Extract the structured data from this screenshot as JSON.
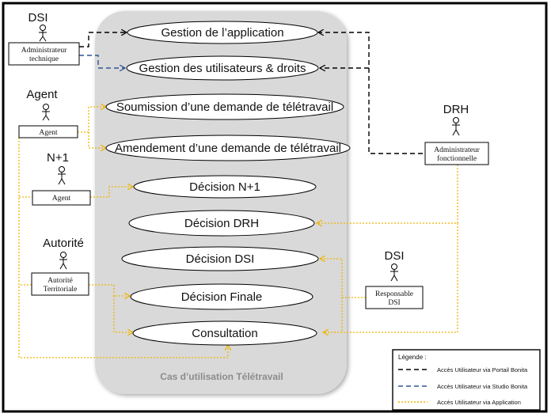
{
  "system": {
    "title": "Cas d’utilisation Télétravail"
  },
  "use_cases": {
    "gestion_application": "Gestion de l’application",
    "gestion_utilisateurs": "Gestion des utilisateurs & droits",
    "soumission": "Soumission d’une demande de télétravail",
    "amendement": "Amendement d’une demande de télétravail",
    "decision_n1": "Décision N+1",
    "decision_drh": "Décision DRH",
    "decision_dsi": "Décision DSI",
    "decision_finale": "Décision Finale",
    "consultation": "Consultation"
  },
  "actors": {
    "dsi_admin": {
      "name": "DSI",
      "role_lines": [
        "Administrateur",
        "technique"
      ]
    },
    "agent": {
      "name": "Agent",
      "role_lines": [
        "Agent"
      ]
    },
    "n1": {
      "name": "N+1",
      "role_lines": [
        "Agent"
      ]
    },
    "autorite": {
      "name": "Autorité",
      "role_lines": [
        "Autorité",
        "Territoriale"
      ]
    },
    "drh": {
      "name": "DRH",
      "role_lines": [
        "Administrateur",
        "fonctionnelle"
      ]
    },
    "dsi_resp": {
      "name": "DSI",
      "role_lines": [
        "Responsable",
        "DSI"
      ]
    }
  },
  "legend": {
    "title": "Légende :",
    "items": [
      {
        "label": "Accès Utilisateur via Portail Bonita",
        "color": "#000000",
        "style": "dashed"
      },
      {
        "label": "Accès Utilisateur via Studio Bonita",
        "color": "#2f5597",
        "style": "dashed"
      },
      {
        "label": "Accès Utilisateur via Application",
        "color": "#f0b400",
        "style": "dotted"
      }
    ]
  },
  "colors": {
    "portal": "#000000",
    "studio": "#2f5597",
    "application": "#f0b400",
    "system_fill": "#d9d9d9"
  }
}
